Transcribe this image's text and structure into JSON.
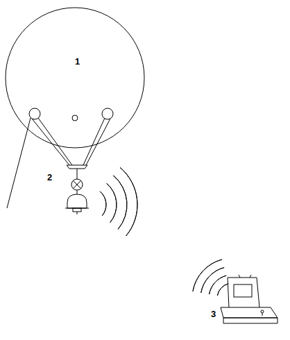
{
  "diagram": {
    "nodes": [
      {
        "text": [
          "1"
        ]
      }
    ],
    "labels": [
      "2",
      "3"
    ]
  }
}
